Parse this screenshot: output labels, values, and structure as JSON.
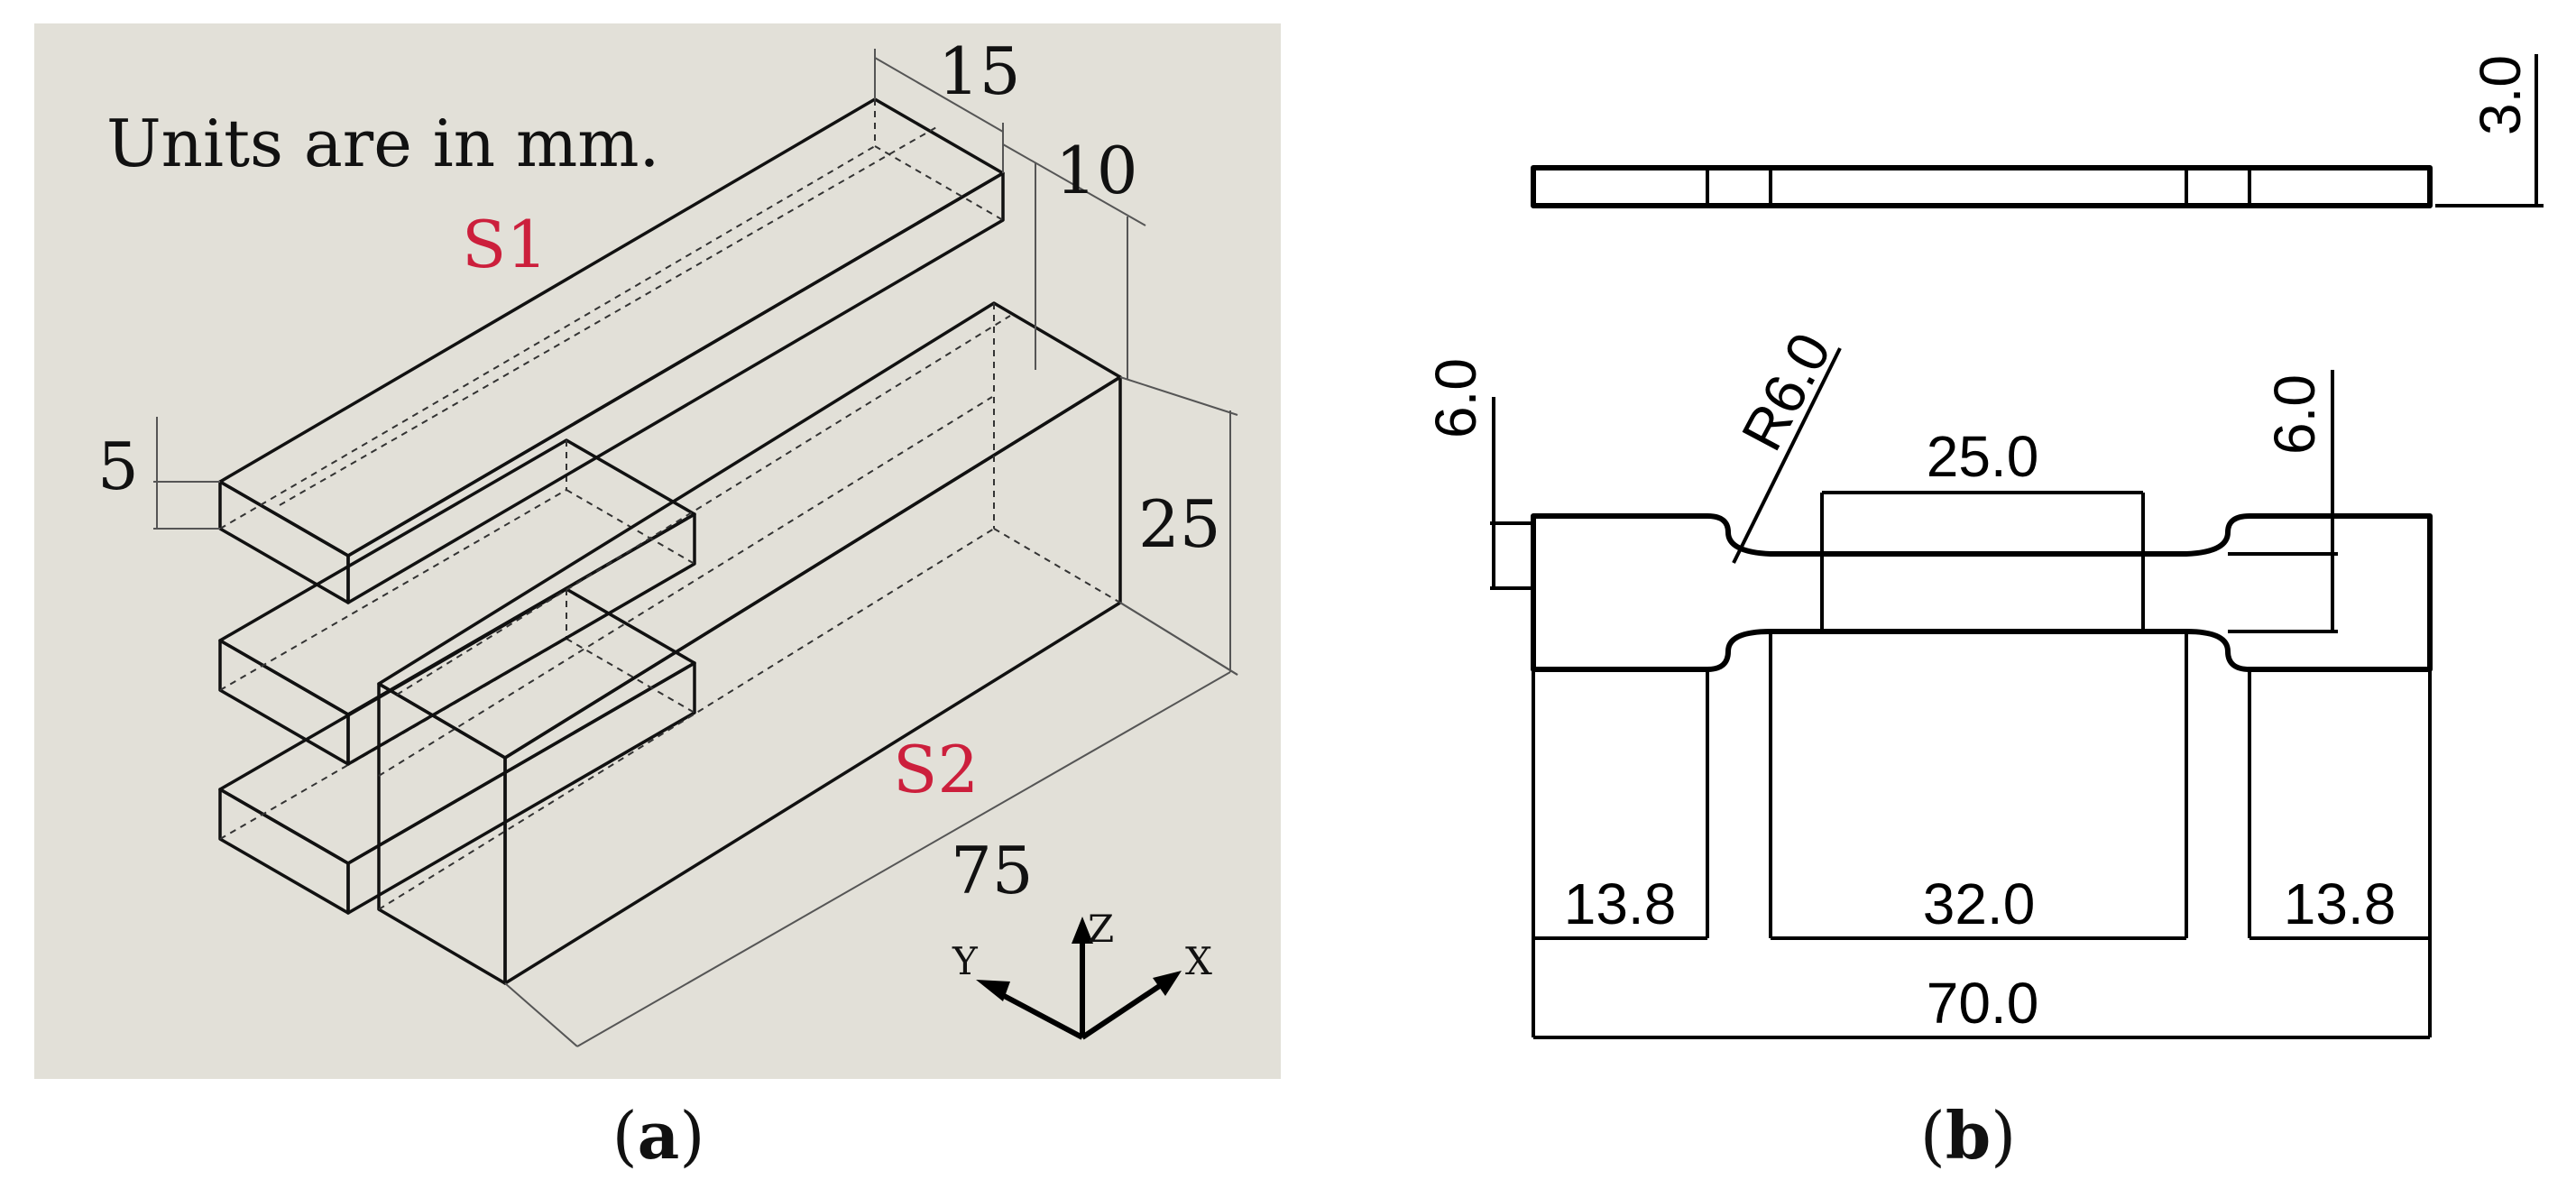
{
  "panel_a": {
    "note": "Units are in mm.",
    "specimen_1": "S1",
    "specimen_2": "S2",
    "label_color": "#cc1f3c",
    "background_color": "#e2e0d8",
    "dimensions": {
      "width": "15",
      "gap": "10",
      "thickness": "5",
      "height": "25",
      "length": "75"
    },
    "axes": {
      "x": "X",
      "y": "Y",
      "z": "Z"
    },
    "caption": "a"
  },
  "panel_b": {
    "side_thickness": "3.0",
    "left_shoulder": "6.0",
    "fillet_radius": "R6.0",
    "gauge_length": "25.0",
    "right_shoulder": "6.0",
    "grip_left": "13.8",
    "middle": "32.0",
    "grip_right": "13.8",
    "overall_length": "70.0",
    "caption": "b"
  }
}
